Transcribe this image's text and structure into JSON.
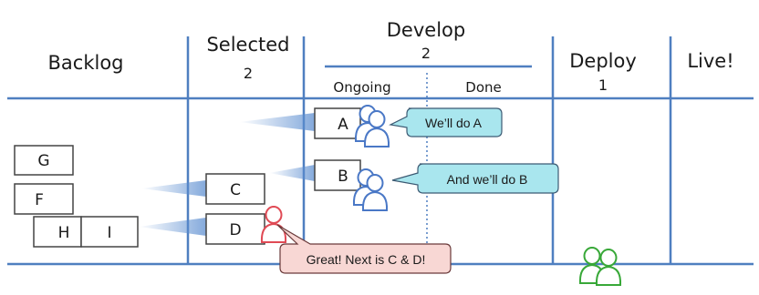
{
  "board": {
    "columns": [
      {
        "key": "backlog",
        "title": "Backlog",
        "limit": ""
      },
      {
        "key": "selected",
        "title": "Selected",
        "limit": "2"
      },
      {
        "key": "develop",
        "title": "Develop",
        "limit": "2",
        "subcolumns": [
          "Ongoing",
          "Done"
        ]
      },
      {
        "key": "deploy",
        "title": "Deploy",
        "limit": "1"
      },
      {
        "key": "live",
        "title": "Live!",
        "limit": ""
      }
    ],
    "cards": {
      "g": "G",
      "f": "F",
      "h": "H",
      "i": "I",
      "c": "C",
      "d": "D",
      "a": "A",
      "b": "B"
    },
    "bubbles": {
      "dev_a": "We’ll do A",
      "dev_b": "And we’ll do B",
      "product_owner": "Great! Next is C & D!"
    },
    "colors": {
      "grid_line": "#4f7fc0",
      "developer_people": "#4a78c6",
      "product_owner": "#e04a55",
      "deploy_people": "#38a838",
      "bubble_fill": "#a9e6ee",
      "po_bubble_fill": "#f8d7d4"
    }
  }
}
